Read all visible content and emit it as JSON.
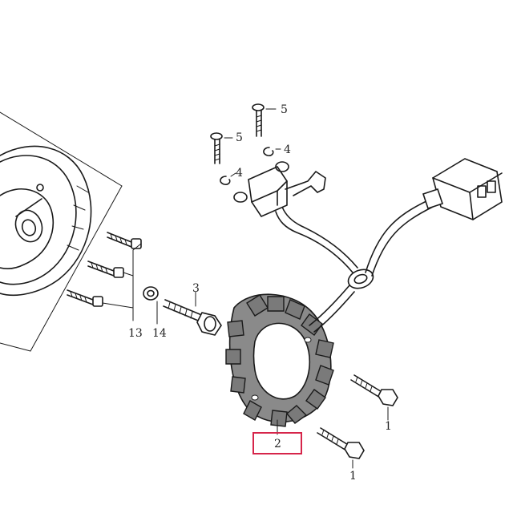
{
  "callouts": {
    "screw_top": "5",
    "screw_left": "5",
    "clip_right": "4",
    "clip_left": "4",
    "bolt_stator_mount": "3",
    "bolts_flywheel": "13",
    "washer": "14",
    "stator": "2",
    "bolt_upper_right": "1",
    "bolt_lower_right": "1"
  },
  "highlight": {
    "target": "stator",
    "color": "#d6254a"
  },
  "colors": {
    "ink": "#1a1a1a",
    "stator_fill": "#8a8a8a",
    "stator_shade": "#5e5e5e",
    "background": "#ffffff"
  }
}
